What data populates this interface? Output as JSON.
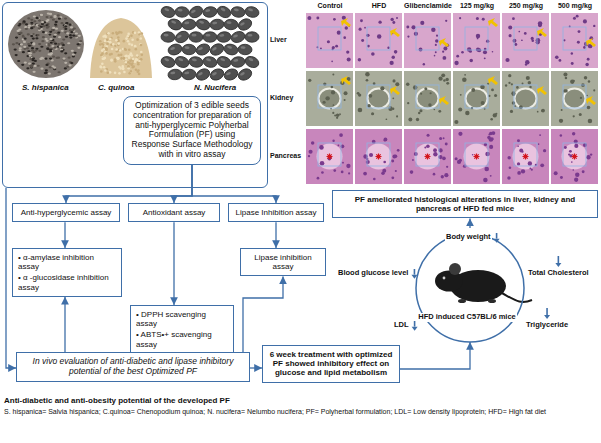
{
  "diagram": {
    "title": "Anti-diabetic and anti-obesity potential of the developed PF",
    "caption": "S. hispanica= Salvia hispanica; C.quinoa= Chenopodium quinoa; N. nucifera= Nelumbo nucifera; PF= Polyherbal formulation; LDL= Low density lipoprotein; HFD= High fat diet",
    "nodes": [
      {
        "text": [
          "S. hispanica",
          "C. quinoa",
          "N. Nucifera"
        ]
      },
      {
        "text": [
          "Optimization of 3 edible seeds concentration for preparation of anti-hyperglycemic Polyherbal Formulation (PF) using Response Surface Methodology with in vitro assay"
        ],
        "in": 0
      },
      {
        "text": [
          "Anti-hyperglycemic assay"
        ]
      },
      {
        "text": [
          "Antioxidant assay"
        ]
      },
      {
        "text": [
          "Lipase Inhibition assay"
        ]
      },
      {
        "text": [
          "• α-amylase inhibition assay",
          "• α -glucosidase inhibition assay"
        ]
      },
      {
        "text": [
          "• DPPH scavenging assay",
          "• ABTS•+ scavenging assay"
        ]
      },
      {
        "text": [
          "Lipase inhibition assay"
        ]
      },
      {
        "text": [
          "In vivo evaluation of anti-diabetic and lipase inhibitory potential of the best Optimized PF"
        ]
      },
      {
        "text": [
          "PF ameliorated histological alterations in liver, kidney and pancreas of HFD fed mice"
        ]
      },
      {
        "text": [
          "6 week treatment with optimized PF showed inhibitory effect on glucose and lipid metabolism"
        ]
      },
      {
        "text": [
          "Body weight",
          "Total Cholesterol",
          "Triglyceride",
          "LDL",
          "Blood glucose level",
          "HFD induced C57BL/6 mice"
        ]
      }
    ],
    "edges": [
      {
        "from": 1,
        "to": 2,
        "arrow": "to"
      },
      {
        "from": 1,
        "to": 3,
        "arrow": "to"
      },
      {
        "from": 1,
        "to": 4,
        "arrow": "to"
      },
      {
        "from": 2,
        "to": 5,
        "arrow": "to"
      },
      {
        "from": 3,
        "to": 6,
        "arrow": "to"
      },
      {
        "from": 4,
        "to": 7,
        "arrow": "to"
      },
      {
        "from": 0,
        "to": 8,
        "arrow": "to"
      },
      {
        "from": 8,
        "to": 5,
        "arrow": "to"
      },
      {
        "from": 8,
        "to": 7,
        "arrow": "to"
      },
      {
        "from": 8,
        "to": 10,
        "arrow": "to"
      },
      {
        "from": 10,
        "to": 11,
        "arrow": "to"
      },
      {
        "from": 11,
        "to": 9,
        "arrow": "to"
      }
    ],
    "labels": [
      "Control",
      "HFD",
      "Glibenclamide",
      "125 mg/kg",
      "250 mg/kg",
      "500 mg/kg",
      "Liver",
      "Kidney",
      "Pancreas"
    ]
  }
}
